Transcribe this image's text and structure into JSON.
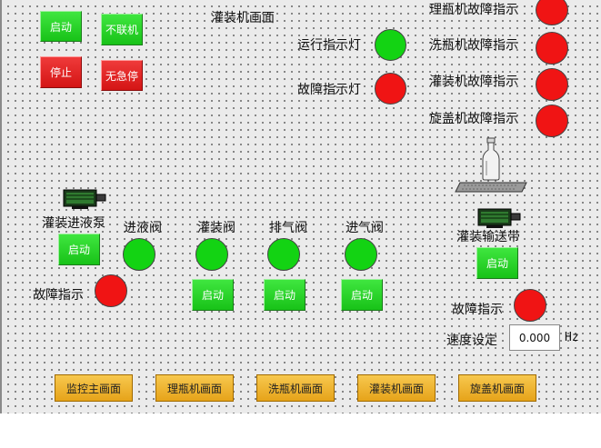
{
  "screen_title": "灌装机画面",
  "top_buttons": {
    "start": "启动",
    "offline": "不联机",
    "stop": "停止",
    "no_estop": "无急停"
  },
  "indicators": {
    "run": "运行指示灯",
    "fault": "故障指示灯"
  },
  "faults": {
    "sorter": "理瓶机故障指示",
    "washer": "洗瓶机故障指示",
    "filler": "灌装机故障指示",
    "capper": "旋盖机故障指示"
  },
  "pump": {
    "label": "灌装进液泵",
    "start": "启动",
    "fault": "故障指示"
  },
  "valves": [
    {
      "label": "进液阀"
    },
    {
      "label": "灌装阀",
      "start": "启动"
    },
    {
      "label": "排气阀",
      "start": "启动"
    },
    {
      "label": "进气阀",
      "start": "启动"
    }
  ],
  "conveyor": {
    "label": "灌装输送带",
    "start": "启动",
    "fault": "故障指示",
    "speed_label": "速度设定",
    "speed_value": "0.000",
    "unit": "Hz"
  },
  "nav": [
    "监控主画面",
    "理瓶机画面",
    "洗瓶机画面",
    "灌装机画面",
    "旋盖机画面"
  ],
  "colors": {
    "run_on": "#13d313",
    "fault_on": "#f01414",
    "nav_bg": "#f0b83a"
  }
}
